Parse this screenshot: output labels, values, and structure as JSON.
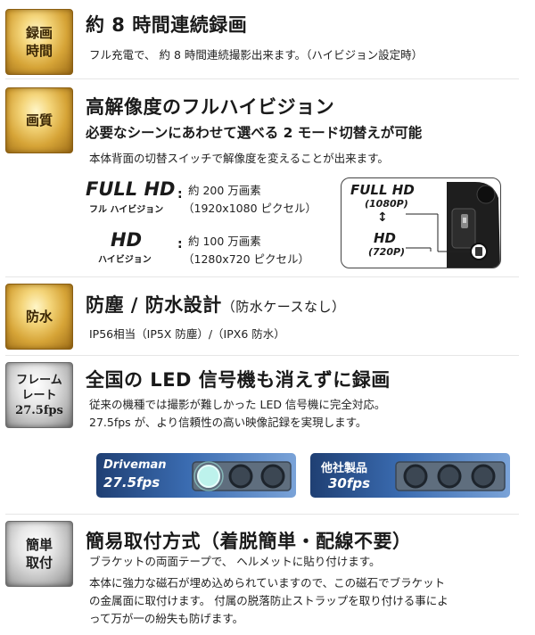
{
  "sections": {
    "record_time": {
      "badge": [
        "録画",
        "時間"
      ],
      "title": "約 8 時間連続録画",
      "desc": "フル充電で、 約 8 時間連続撮影出来ます。（ハイビジョン設定時）"
    },
    "quality": {
      "badge": [
        "画質"
      ],
      "title": "高解像度のフルハイビジョン",
      "subtitle": "必要なシーンにあわせて選べる 2 モード切替えが可能",
      "desc": "本体背面の切替スイッチで解像度を変えることが出来ます。",
      "modes": [
        {
          "name": "FULL HD",
          "sub": "フル ハイビジョン",
          "colon": ":",
          "pixels": "約 200 万画素",
          "res": "（1920x1080 ピクセル）"
        },
        {
          "name": "HD",
          "sub": "ハイビジョン",
          "colon": ":",
          "pixels": "約 100 万画素",
          "res": "（1280x720 ピクセル）"
        }
      ],
      "switch_diagram": {
        "top_label": "FULL HD",
        "top_res": "(1080P)",
        "arrow": "↕",
        "bottom_label": "HD",
        "bottom_res": "(720P)"
      }
    },
    "waterproof": {
      "badge": [
        "防水"
      ],
      "title": "防塵 / 防水設計",
      "title_note": "（防水ケースなし）",
      "desc": "IP56相当（IP5X 防塵）/（IPX6 防水）"
    },
    "frame_rate": {
      "badge": [
        "フレーム",
        "レート",
        "27.5fps"
      ],
      "title": "全国の LED 信号機も消えずに録画",
      "desc": [
        "従来の機種では撮影が難しかった LED 信号機に完全対応。",
        "27.5fps が、より信頼性の高い映像記録を実現します。"
      ],
      "comparisons": [
        {
          "name": "Driveman",
          "fps": "27.5fps",
          "lit": true
        },
        {
          "name": "他社製品",
          "fps": "30fps",
          "lit": false
        }
      ]
    },
    "mount": {
      "badge": [
        "簡単",
        "取付"
      ],
      "title": "簡易取付方式（着脱簡単・配線不要）",
      "desc": [
        "ブラケットの両面テープで、 ヘルメットに貼り付けます。",
        "本体に強力な磁石が埋め込められていますので、この磁石でブラケット",
        "の金属面に取付けます。 付属の脱落防止ストラップを取り付ける事によ",
        "って万が一の紛失も防げます。"
      ]
    }
  },
  "colors": {
    "gold_badge": "#d6a437",
    "silver_badge": "#b5b5b5",
    "panel_blue": "#2f5c9a",
    "led_lit": "#9fe6de"
  }
}
